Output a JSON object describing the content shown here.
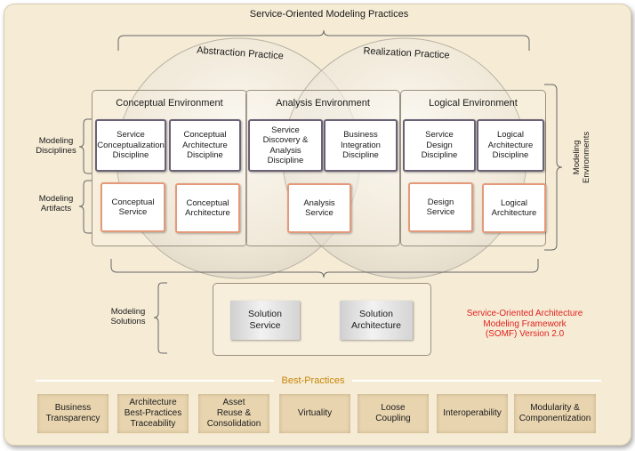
{
  "title": "Service-Oriented Modeling Practices",
  "practices": {
    "abstraction": "Abstraction Practice",
    "realization": "Realization Practice"
  },
  "environments": {
    "conceptual": "Conceptual Environment",
    "analysis": "Analysis Environment",
    "logical": "Logical Environment"
  },
  "side_labels": {
    "disciplines": "Modeling\nDisciplines",
    "artifacts": "Modeling\nArtifacts",
    "solutions": "Modeling\nSolutions",
    "environments": "Modeling\nEnvironments"
  },
  "disciplines": [
    "Service\nConceptualization\nDiscipline",
    "Conceptual\nArchitecture\nDiscipline",
    "Service\nDiscovery &\nAnalysis\nDiscipline",
    "Business\nIntegration\nDiscipline",
    "Service\nDesign\nDiscipline",
    "Logical\nArchitecture\nDiscipline"
  ],
  "artifacts": [
    "Conceptual\nService",
    "Conceptual\nArchitecture",
    "Analysis\nService",
    "Design\nService",
    "Logical\nArchitecture"
  ],
  "solutions": [
    "Solution\nService",
    "Solution\nArchitecture"
  ],
  "framework": "Service-Oriented Architecture\nModeling Framework\n(SOMF) Version 2.0",
  "best_practices": {
    "title": "Best-Practices",
    "items": [
      "Business\nTransparency",
      "Architecture\nBest-Practices\nTraceability",
      "Asset\nReuse &\nConsolidation",
      "Virtuality",
      "Loose\nCoupling",
      "Interoperability",
      "Modularity &\nComponentization"
    ]
  },
  "colors": {
    "framework_text": "#e0221e",
    "best_practices_title": "#c8860a",
    "discipline_border": "#6b6276",
    "artifact_border": "#e49a7a"
  }
}
